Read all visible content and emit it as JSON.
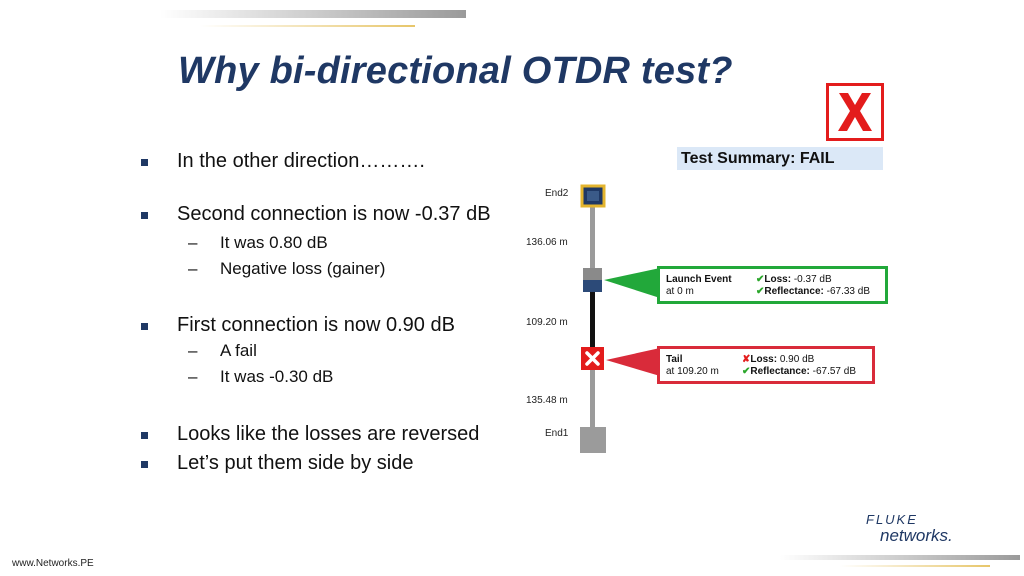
{
  "slide": {
    "title": "Why bi-directional OTDR test?",
    "bullets": [
      {
        "text": "In the other direction……….",
        "subs": []
      },
      {
        "text": "Second connection is now -0.37 dB",
        "subs": [
          "It was 0.80 dB",
          "Negative loss (gainer)"
        ]
      },
      {
        "text": "First connection is now 0.90 dB",
        "subs": [
          "A fail",
          "It was -0.30 dB"
        ]
      },
      {
        "text": "Looks like the losses are reversed",
        "subs": []
      },
      {
        "text": "Let’s put them side by side",
        "subs": []
      }
    ],
    "footer": {
      "website": "www.Networks.PE",
      "logo_top": "FLUKE",
      "logo_bottom": "networks."
    }
  },
  "otdr": {
    "summary": "Test Summary: FAIL",
    "end2_label": "End2",
    "end1_label": "End1",
    "distances": [
      "136.06 m",
      "109.20 m",
      "135.48 m"
    ],
    "events": [
      {
        "name": "Launch Event",
        "location": "at 0 m",
        "loss_label": "Loss:",
        "loss_value": "-0.37 dB",
        "refl_label": "Reflectance:",
        "refl_value": "-67.33 dB",
        "loss_pass": true,
        "refl_pass": true,
        "color": "#22a83a"
      },
      {
        "name": "Tail",
        "location": "at 109.20 m",
        "loss_label": "Loss:",
        "loss_value": "0.90 dB",
        "refl_label": "Reflectance:",
        "refl_value": "-67.57 dB",
        "loss_pass": false,
        "refl_pass": true,
        "color": "#d92b3a"
      }
    ],
    "colors": {
      "pass": "#2aa62a",
      "fail": "#e31c1c",
      "title": "#1f3864",
      "fiber_gray": "#9b9b9b",
      "fiber_dark": "#111111"
    }
  }
}
